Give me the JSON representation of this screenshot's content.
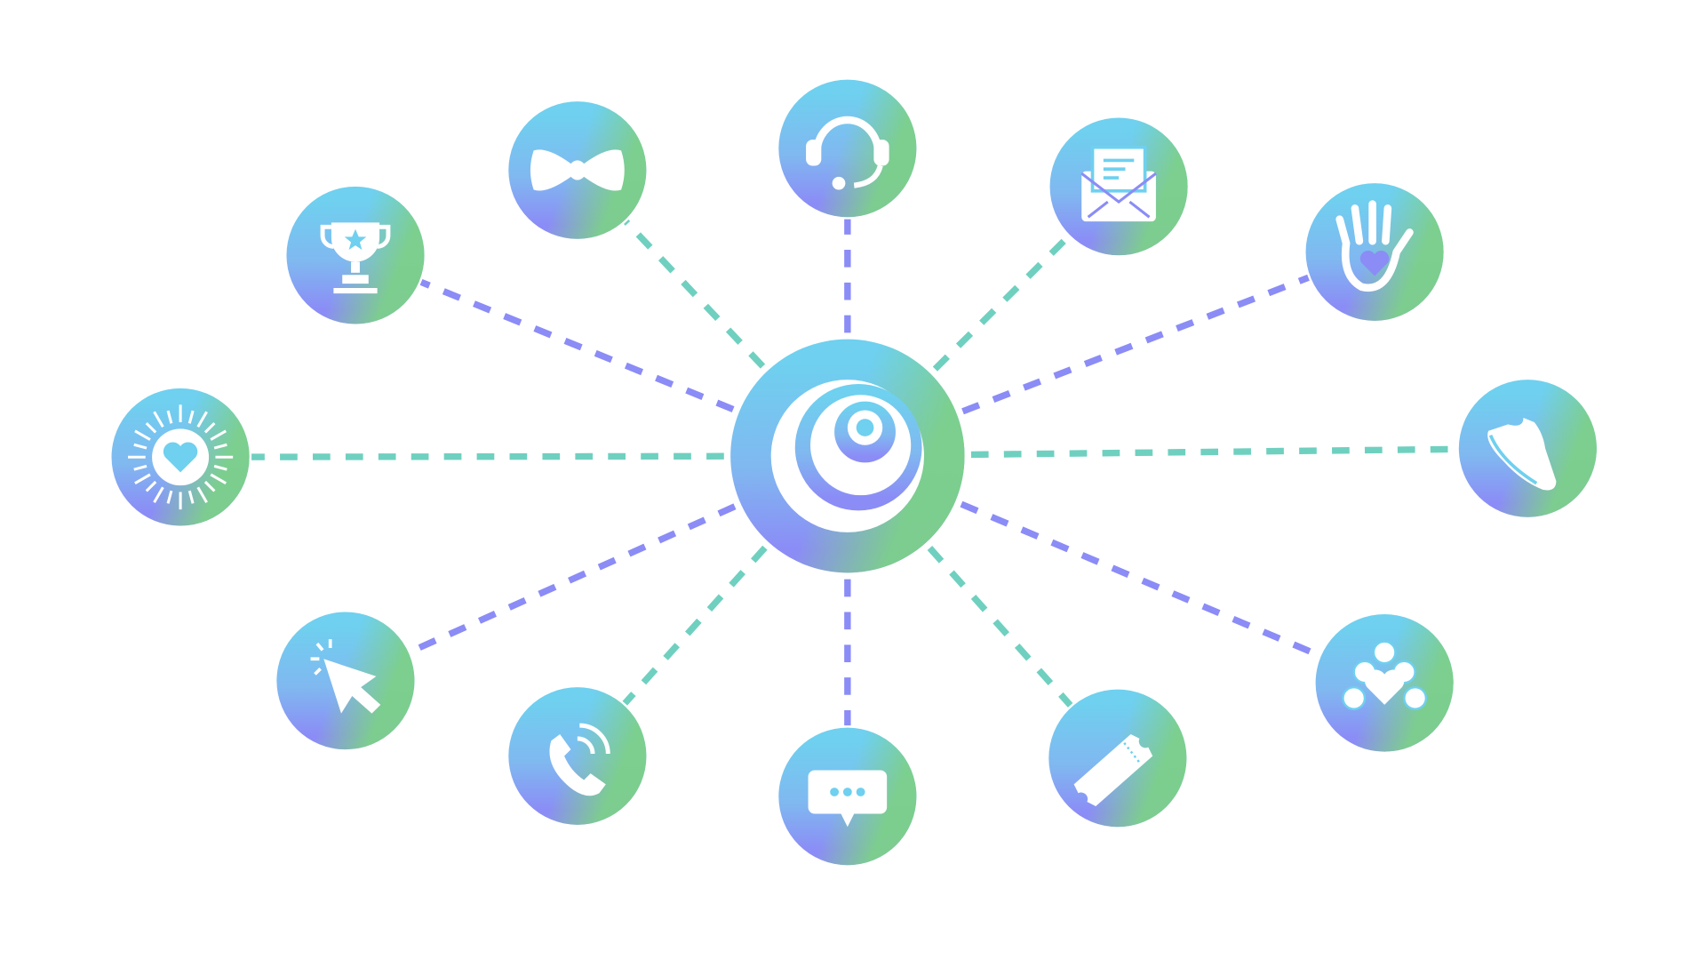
{
  "diagram": {
    "type": "hub-and-spoke",
    "background": "#ffffff",
    "colors": {
      "gradient_top": "#6fd0ef",
      "gradient_purple": "#8b8cf6",
      "gradient_green": "#7cd08a",
      "line_teal": "#6fd0c0",
      "line_purple": "#8b8cf6",
      "icon": "#ffffff"
    },
    "hub": {
      "icon": "spiral-logo-icon"
    },
    "nodes": [
      {
        "id": "trophy",
        "icon": "trophy-icon"
      },
      {
        "id": "bowtie",
        "icon": "bowtie-icon"
      },
      {
        "id": "headset",
        "icon": "headset-icon"
      },
      {
        "id": "envelope",
        "icon": "envelope-letter-icon"
      },
      {
        "id": "hand-heart",
        "icon": "hand-heart-icon"
      },
      {
        "id": "shoe",
        "icon": "shoe-icon"
      },
      {
        "id": "community",
        "icon": "community-heart-icon"
      },
      {
        "id": "ticket",
        "icon": "ticket-icon"
      },
      {
        "id": "chat",
        "icon": "chat-bubble-icon"
      },
      {
        "id": "phone",
        "icon": "phone-ringing-icon"
      },
      {
        "id": "cursor",
        "icon": "cursor-click-icon"
      },
      {
        "id": "heart-sun",
        "icon": "heart-burst-icon"
      }
    ]
  }
}
